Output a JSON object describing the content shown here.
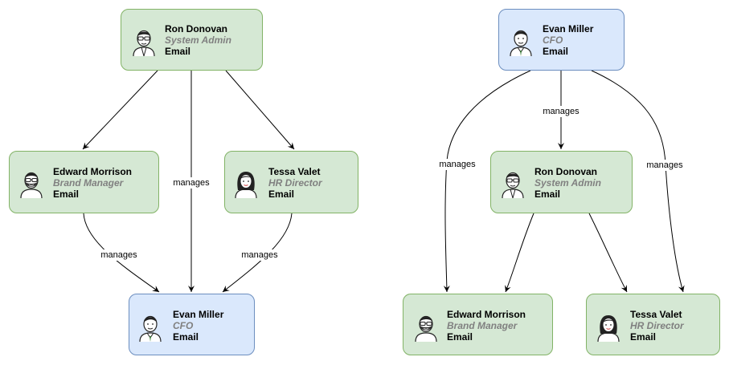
{
  "diagrams": [
    {
      "nodes": [
        {
          "name": "Ron Donovan",
          "role": "System Admin",
          "email": "Email",
          "color": "green",
          "avatar": "man-glasses"
        },
        {
          "name": "Edward Morrison",
          "role": "Brand Manager",
          "email": "Email",
          "color": "green",
          "avatar": "man-beard"
        },
        {
          "name": "Tessa Valet",
          "role": "HR Director",
          "email": "Email",
          "color": "green",
          "avatar": "woman"
        },
        {
          "name": "Evan Miller",
          "role": "CFO",
          "email": "Email",
          "color": "blue",
          "avatar": "man-suit"
        }
      ],
      "edge_label": "manages"
    },
    {
      "nodes": [
        {
          "name": "Evan Miller",
          "role": "CFO",
          "email": "Email",
          "color": "blue",
          "avatar": "man-suit"
        },
        {
          "name": "Ron Donovan",
          "role": "System Admin",
          "email": "Email",
          "color": "green",
          "avatar": "man-glasses"
        },
        {
          "name": "Edward Morrison",
          "role": "Brand Manager",
          "email": "Email",
          "color": "green",
          "avatar": "man-beard"
        },
        {
          "name": "Tessa Valet",
          "role": "HR Director",
          "email": "Email",
          "color": "green",
          "avatar": "woman"
        }
      ],
      "edge_label": "manages"
    }
  ],
  "colors": {
    "green_fill": "#d5e8d4",
    "green_border": "#82b366",
    "blue_fill": "#dae8fc",
    "blue_border": "#6c8ebf"
  }
}
